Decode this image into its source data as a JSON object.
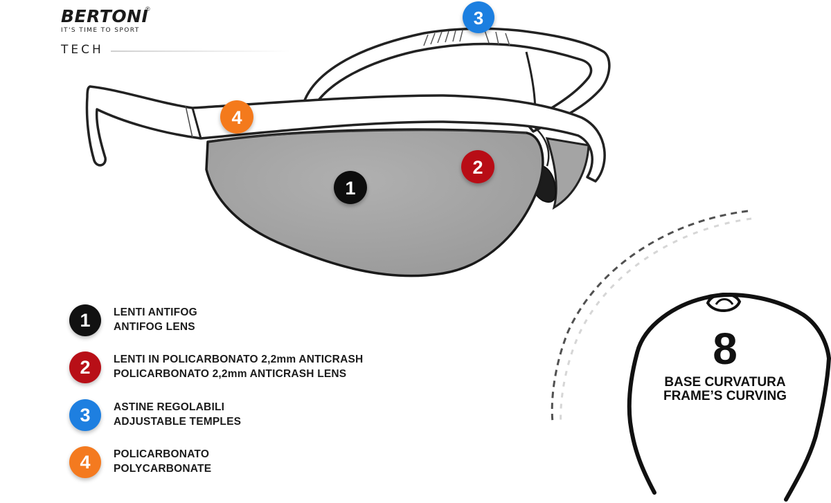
{
  "brand": {
    "name": "BERTONI",
    "registered": "®",
    "tagline": "IT'S TIME TO SPORT",
    "sub": "TECH"
  },
  "colors": {
    "black": "#111111",
    "red": "#b80f17",
    "blue": "#1e7fe0",
    "orange": "#f47a1f",
    "lens": "#a8a8a8",
    "frame_fill": "#ffffff",
    "outline": "#222222"
  },
  "callouts": [
    {
      "number": "1",
      "color": "black"
    },
    {
      "number": "2",
      "color": "red"
    },
    {
      "number": "3",
      "color": "blue"
    },
    {
      "number": "4",
      "color": "orange"
    }
  ],
  "legend": [
    {
      "number": "1",
      "color": "black",
      "line1": "LENTI ANTIFOG",
      "line2": "ANTIFOG LENS"
    },
    {
      "number": "2",
      "color": "red",
      "line1": "LENTI IN POLICARBONATO 2,2mm ANTICRASH",
      "line2": "POLICARBONATO 2,2mm ANTICRASH LENS"
    },
    {
      "number": "3",
      "color": "blue",
      "line1": "ASTINE REGOLABILI",
      "line2": "ADJUSTABLE TEMPLES"
    },
    {
      "number": "4",
      "color": "orange",
      "line1": "POLICARBONATO",
      "line2": "POLYCARBONATE"
    }
  ],
  "curvature": {
    "number": "8",
    "line1": "BASE CURVATURA",
    "line2": "FRAME’S CURVING"
  }
}
